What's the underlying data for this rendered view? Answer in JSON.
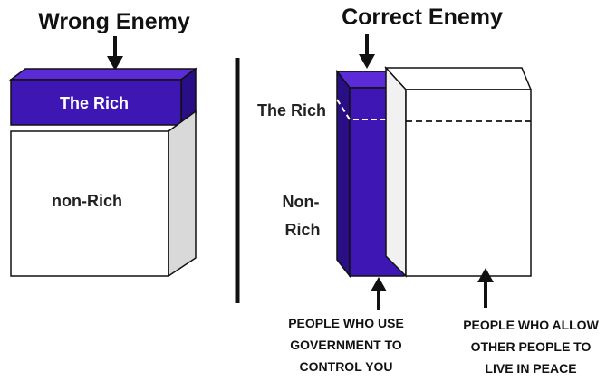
{
  "left": {
    "title": "Wrong Enemy",
    "top_block_label": "The Rich",
    "bottom_block_label": "non-Rich"
  },
  "right": {
    "title": "Correct Enemy",
    "label_rich": "The Rich",
    "label_nonrich_line1": "Non-",
    "label_nonrich_line2": "Rich",
    "caption_left": [
      "PEOPLE WHO USE",
      "GOVERNMENT TO",
      "CONTROL YOU"
    ],
    "caption_right": [
      "PEOPLE WHO ALLOW",
      "OTHER PEOPLE TO",
      "LIVE IN PEACE"
    ]
  },
  "colors": {
    "purple": "#3d16b4",
    "purple_top": "#5a2bd6",
    "purple_side": "#2a0e85",
    "side_gray": "#d9d9d9",
    "outline": "#111111"
  }
}
